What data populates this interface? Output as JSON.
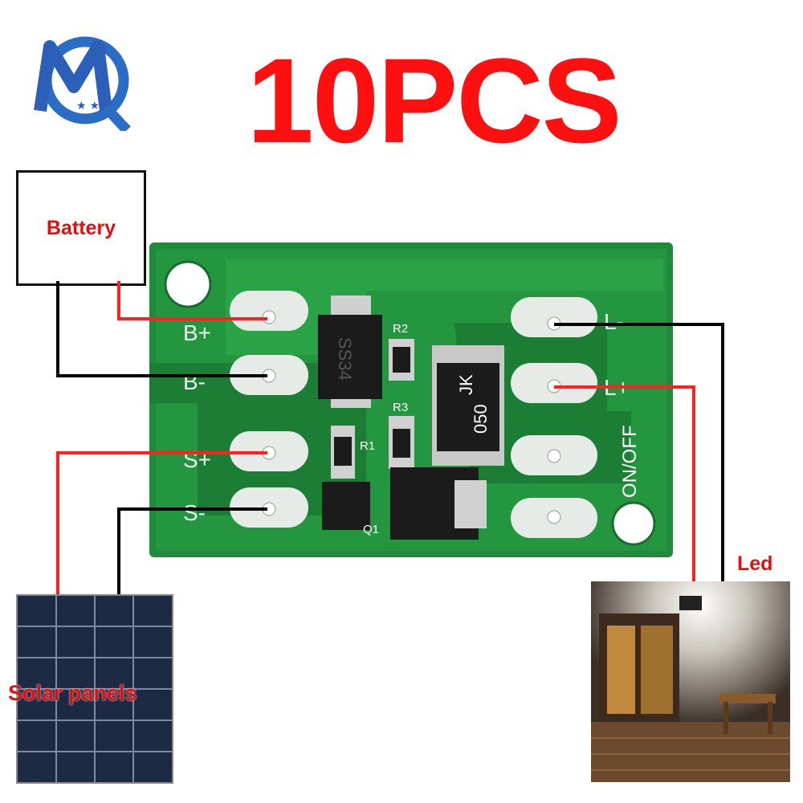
{
  "title": "10PCS",
  "brand_logo_letters": "MQ",
  "labels": {
    "battery": "Battery",
    "solar": "Solar panels",
    "led": "Led"
  },
  "pcb": {
    "pins_left": [
      "B+",
      "B-",
      "S+",
      "S-"
    ],
    "pins_right": [
      "L-",
      "L+"
    ],
    "switch_label": "ON/OFF",
    "diode_marking": "SS34",
    "inductor_marking": [
      "JK",
      "050"
    ],
    "refs": [
      "R2",
      "R3",
      "R1",
      "Q1"
    ]
  },
  "colors": {
    "title": "#ff1010",
    "label_red": "#e01010",
    "pcb_green": "#1f8a3c",
    "wire_red": "#ff2020",
    "wire_black": "#000000"
  }
}
